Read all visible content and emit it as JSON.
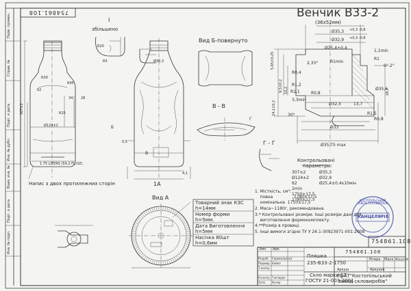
{
  "sheet": {
    "top_number": "754861.108",
    "title": "Венчик В33-2",
    "title_size": "(36х52мм)",
    "detail_label": "I",
    "detail_scale": "збільшено",
    "view_b_rotated": "Вид Б-повернуто",
    "section_bb": "В - В",
    "section_gg": "Г - Г",
    "view_a": "Вид А",
    "section_aa": "1А",
    "note_two_sides": "Напис з двох протилежних сторін",
    "bottle_text": "1.75 LITERS (59.2 FL.OZ)",
    "marks_b": "Б",
    "marks_v": "В",
    "marks_g": "Г",
    "side_labels": [
      "Перв. примен.",
      "Справ. №",
      "Подп. и дата",
      "Инв. № дубл.",
      "Взам. инв. №",
      "Подп. и дата",
      "Инв. № подл."
    ],
    "view_a_box": {
      "line1": "Товарний знак КЗС",
      "line2": "h=14мм",
      "line3": "Номер форми",
      "line4": "h=5мм.",
      "line5": "Дата Виготовлення",
      "line6": "h=5мм",
      "line7": "Насічка 80шт",
      "line8": "h=0,6мм"
    },
    "neck_dims": {
      "d1": "Ø35,3",
      "d1_tol": "+0,3 -0,8",
      "d2": "Ø32,9",
      "d2_tol": "+0,3 -0,8",
      "d3": "Ø25,4±0,4",
      "d4": "Ø32,5",
      "d5": "Ø33",
      "d6": "Ø35,75 max",
      "d7": "Ø35,6",
      "r1": "R1",
      "r1min": "1,1min",
      "r08": "R0,8",
      "r11": "R1,1",
      "r12": "R1,2",
      "r04": "R0,4",
      "angle1": "0°-2°",
      "angle2": "30°",
      "angle3": "2,33°",
      "r1min2": "R1min",
      "h1": "5,65±0,25",
      "h2": "24,1±0,2",
      "h3": "9,5±0,2",
      "h4": "10,2",
      "h5": "3,3min",
      "h6": "28,7",
      "h7": "13,7",
      "r08b": "R0,8",
      "r15": "R1,5"
    },
    "control": {
      "title1": "Контрольовані",
      "title2": "параметри:",
      "rows": [
        {
          "l": "307±2",
          "r": "Ø35,3"
        },
        {
          "l": "Ø124±2",
          "r": "Ø32,9"
        },
        {
          "l": "62",
          "r": "Ø25,4±0,4х10мін"
        },
        {
          "l": "2min",
          "r": ""
        },
        {
          "l": "1750±17,5",
          "r": ""
        },
        {
          "l": "1780±17,5",
          "r": ""
        }
      ]
    },
    "notes": [
      "1. Місткість, см³:",
      "    повна                1780±17,5",
      "    номінальна  1750±17,5",
      "2. Маса~1180г, рекомендована.",
      "3.* Контрольовані розміри. Інші розміри дані для",
      "    виготовлення формокомплекту.",
      "4.**Розмір в провиці.",
      "5. Інші вимоги згідно ТУ У 26.1-30923971-001:2008"
    ],
    "stamp": {
      "line1": "КАНЦЕЛЯРІЯ",
      "ring": "КОСТОПІЛЬСЬКИЙ ЗАВОД СКЛОВИРОБІВ"
    },
    "title_block": {
      "doc_number": "754861.108",
      "product1": "Пляшка",
      "product2": "235-В33-2-1750",
      "material1": "Скло марки БТ",
      "material2": "ГОСТУ 21-003-2001",
      "company1": "ПрАТ\"Костопільський",
      "company2": "завод скловиробів\"",
      "lit": "Літера",
      "mass": "Маса",
      "scale": "Масштаб",
      "sheet": "Аркуш",
      "sheets": "Аркушів",
      "roles": [
        "Змн",
        "Арк.",
        "Розроб.",
        "Перевір.",
        "Т.контр.",
        "Н.контр.",
        "Затв."
      ],
      "names": [
        "",
        "",
        "Сорокольська",
        "Бойко",
        "",
        "Гончарук",
        "Кучер"
      ]
    },
    "bottle_dims": {
      "height": "307±2",
      "d_body": "Ø124±2",
      "d_neck": "Ø36,3",
      "r_a": "R95",
      "r_b": "R30",
      "r_c": "R25",
      "r_d": "R20",
      "r_e": "R5",
      "dim_62": "62",
      "dim_34": "34",
      "dim_28": "28",
      "dim_05": "0,5",
      "dim_41": "4,1"
    }
  }
}
